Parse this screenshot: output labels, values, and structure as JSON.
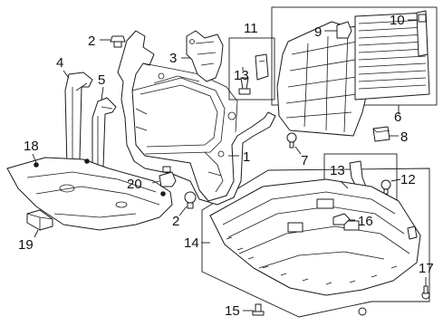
{
  "diagram": {
    "callouts": {
      "c1": "1",
      "c2a": "2",
      "c2b": "2",
      "c3": "3",
      "c4": "4",
      "c5": "5",
      "c6": "6",
      "c7": "7",
      "c8": "8",
      "c9": "9",
      "c10": "10",
      "c11": "11",
      "c12": "12",
      "c13a": "13",
      "c13b": "13",
      "c14": "14",
      "c15": "15",
      "c16": "16",
      "c17": "17",
      "c18": "18",
      "c19": "19",
      "c20": "20"
    }
  }
}
